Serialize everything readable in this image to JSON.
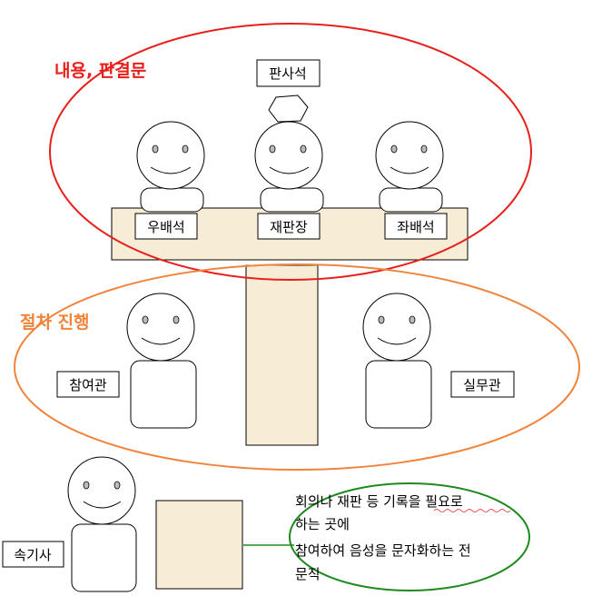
{
  "labels": {
    "judge_area": "판사석",
    "right_assoc": "우배석",
    "presiding": "재판장",
    "left_assoc": "좌배석",
    "participant": "참여관",
    "officer": "실무관",
    "stenographer": "속기사"
  },
  "groups": {
    "top_title": "내용, 판결문",
    "mid_title": "절차 진행"
  },
  "description": {
    "line1": "회의나 재판 등 기록을 필요로",
    "line2": "하는 곳에",
    "line3": "참여하여 음성을 문자화하는 전",
    "line4": "문직"
  },
  "colors": {
    "red": "#e8201c",
    "orange": "#f0843c",
    "green": "#1e8a1e",
    "desk": "#f7ecd6"
  }
}
